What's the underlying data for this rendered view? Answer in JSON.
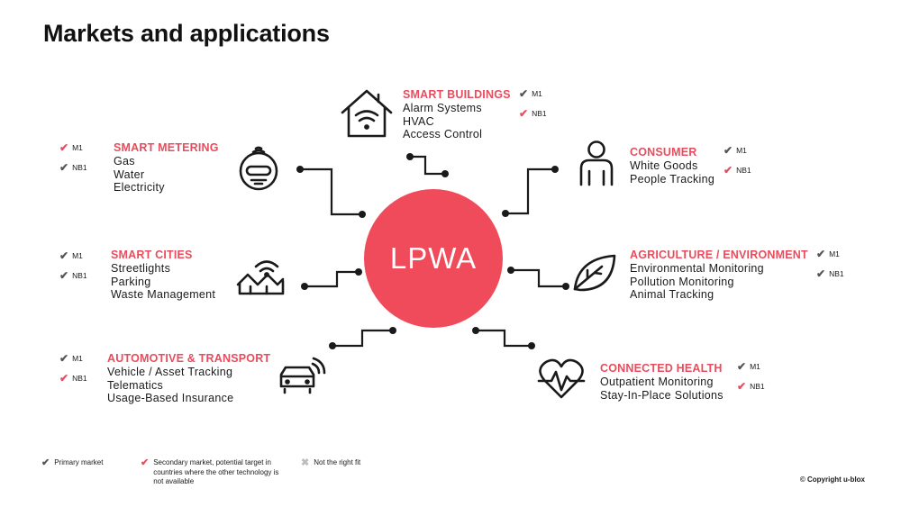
{
  "title": "Markets and applications",
  "hub_label": "LPWA",
  "colors": {
    "accent": "#e84c5d",
    "hub": "#ef4b5a",
    "primary_check": "#555555",
    "not_fit": "#bdbdbd"
  },
  "segments": [
    {
      "id": "smart_buildings",
      "icon": "house-wifi-icon",
      "heading": "SMART BUILDINGS",
      "items": [
        "Alarm Systems",
        "HVAC",
        "Access Control"
      ],
      "tech": [
        {
          "label": "M1",
          "status": "primary"
        },
        {
          "label": "NB1",
          "status": "secondary"
        }
      ]
    },
    {
      "id": "smart_metering",
      "icon": "smart-meter-icon",
      "heading": "SMART METERING",
      "items": [
        "Gas",
        "Water",
        "Electricity"
      ],
      "tech": [
        {
          "label": "M1",
          "status": "secondary"
        },
        {
          "label": "NB1",
          "status": "primary"
        }
      ]
    },
    {
      "id": "consumer",
      "icon": "person-icon",
      "heading": "CONSUMER",
      "items": [
        "White Goods",
        "People Tracking"
      ],
      "tech": [
        {
          "label": "M1",
          "status": "primary"
        },
        {
          "label": "NB1",
          "status": "secondary"
        }
      ]
    },
    {
      "id": "smart_cities",
      "icon": "city-wifi-icon",
      "heading": "SMART CITIES",
      "items": [
        "Streetlights",
        "Parking",
        "Waste Management"
      ],
      "tech": [
        {
          "label": "M1",
          "status": "primary"
        },
        {
          "label": "NB1",
          "status": "primary"
        }
      ]
    },
    {
      "id": "agriculture",
      "icon": "leaf-icon",
      "heading": "AGRICULTURE / ENVIRONMENT",
      "items": [
        "Environmental Monitoring",
        "Pollution Monitoring",
        "Animal Tracking"
      ],
      "tech": [
        {
          "label": "M1",
          "status": "primary"
        },
        {
          "label": "NB1",
          "status": "primary"
        }
      ]
    },
    {
      "id": "automotive",
      "icon": "connected-car-icon",
      "heading": "AUTOMOTIVE & TRANSPORT",
      "items": [
        "Vehicle / Asset Tracking",
        "Telematics",
        "Usage-Based Insurance"
      ],
      "tech": [
        {
          "label": "M1",
          "status": "primary"
        },
        {
          "label": "NB1",
          "status": "secondary"
        }
      ]
    },
    {
      "id": "connected_health",
      "icon": "heart-pulse-icon",
      "heading": "CONNECTED HEALTH",
      "items": [
        "Outpatient Monitoring",
        "Stay-In-Place Solutions"
      ],
      "tech": [
        {
          "label": "M1",
          "status": "primary"
        },
        {
          "label": "NB1",
          "status": "secondary"
        }
      ]
    }
  ],
  "legend": [
    {
      "status": "primary",
      "text": "Primary market"
    },
    {
      "status": "secondary",
      "text": "Secondary market, potential target in countries where the other technology is not available"
    },
    {
      "status": "notfit",
      "text": "Not the right fit"
    }
  ],
  "copyright": "© Copyright u-blox"
}
